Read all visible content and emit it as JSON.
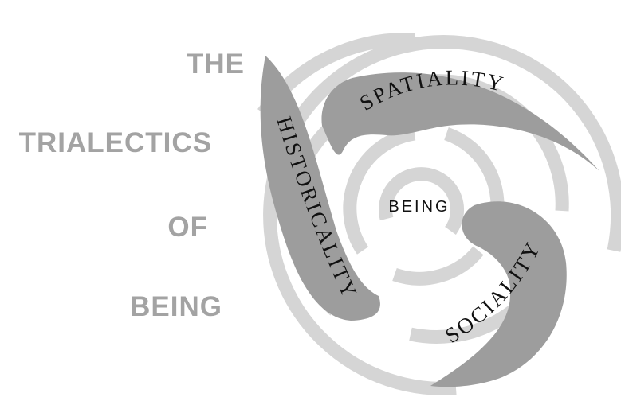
{
  "title_words": [
    "THE",
    "TRIALECTICS",
    "OF",
    "BEING"
  ],
  "center_label": "BEING",
  "arms": [
    {
      "label": "SPATIALITY"
    },
    {
      "label": "HISTORICALITY"
    },
    {
      "label": "SOCIALITY"
    }
  ],
  "colors": {
    "title_text": "#a3a3a3",
    "arm_fill": "#9d9d9d",
    "swirl_band": "#d5d5d5",
    "label_text": "#111111",
    "background": "#ffffff"
  }
}
